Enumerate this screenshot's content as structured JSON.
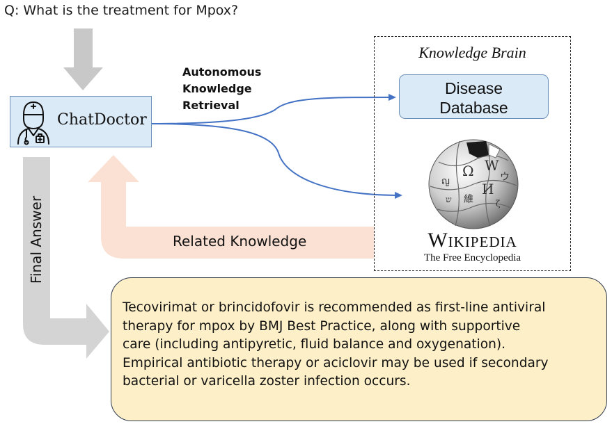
{
  "question": "Q: What is the treatment for Mpox?",
  "agent": {
    "name": "ChatDoctor",
    "icon": "doctor-icon"
  },
  "retrieval_label": [
    "Autonomous",
    "Knowledge",
    "Retrieval"
  ],
  "knowledge_brain": {
    "title": "Knowledge Brain",
    "disease_database": [
      "Disease",
      "Database"
    ],
    "wikipedia": {
      "wordmark": "Wikipedia",
      "tagline": "The Free Encyclopedia",
      "logo_icon": "wikipedia-globe-icon"
    }
  },
  "related_knowledge_label": "Related Knowledge",
  "final_answer_label": "Final Answer",
  "answer_lines": [
    "Tecovirimat or brincidofovir is recommended as first-line antiviral",
    "therapy for mpox by BMJ Best Practice, along with supportive",
    "care (including antipyretic, fluid balance and oxygenation).",
    "Empirical antibiotic therapy or aciclovir may be used if secondary",
    "bacterial or varicella zoster infection occurs."
  ],
  "colors": {
    "question_arrow": "#c8c8c8",
    "final_answer_arrow": "#d4d4d4",
    "related_knowledge_arrow": "#fbe1d3",
    "retrieval_lines": "#4472c4",
    "box_fill": "#dbeaf7",
    "answer_fill": "#fdf0c8"
  }
}
